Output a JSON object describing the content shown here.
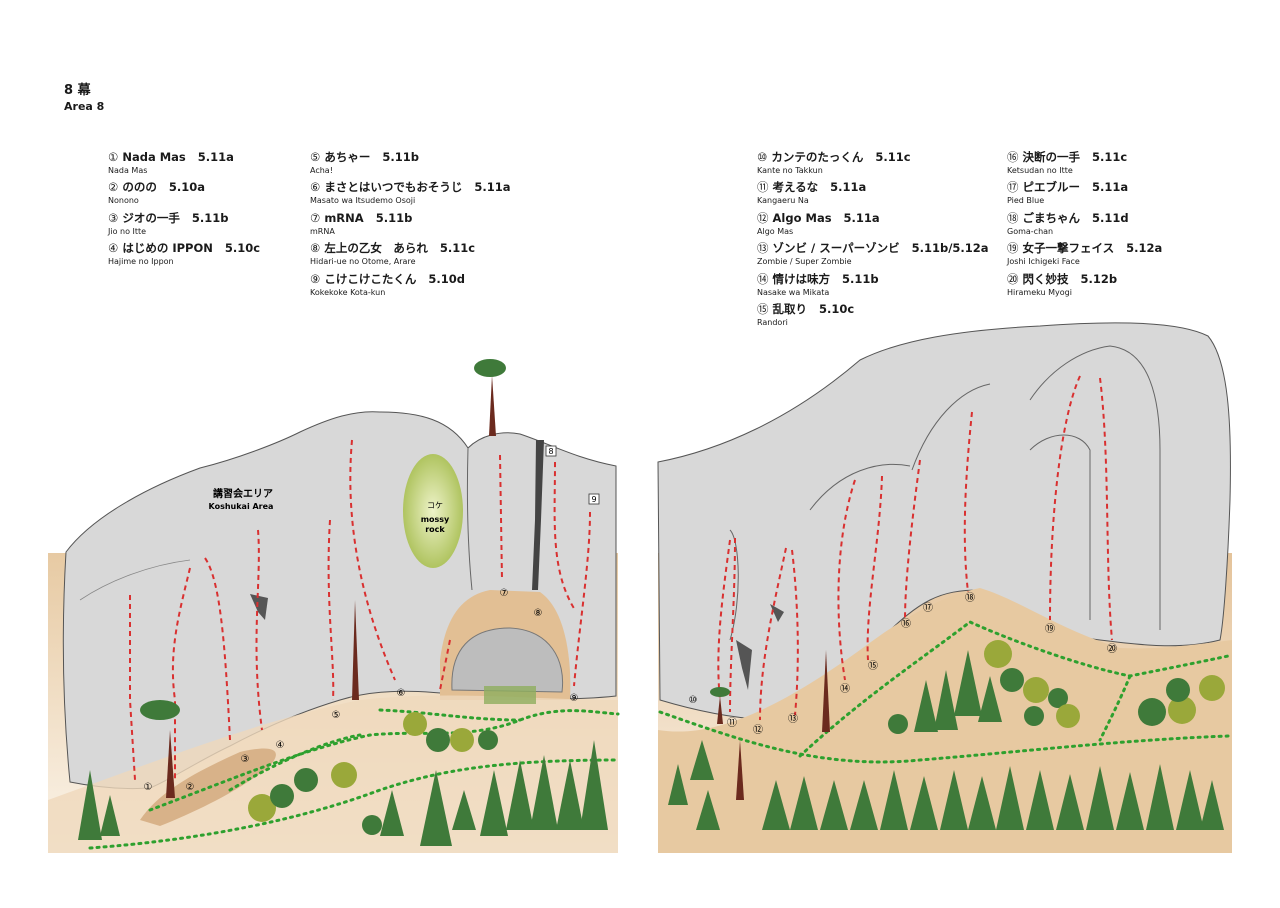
{
  "header": {
    "title": "8 幕",
    "subtitle": "Area 8"
  },
  "routes": [
    {
      "num": "①",
      "name": "Nada Mas",
      "grade": "5.11a",
      "romaji": "Nada Mas"
    },
    {
      "num": "②",
      "name": "ののの",
      "grade": "5.10a",
      "romaji": "Nonono"
    },
    {
      "num": "③",
      "name": "ジオの一手",
      "grade": "5.11b",
      "romaji": "Jio no Itte"
    },
    {
      "num": "④",
      "name": "はじめの IPPON",
      "grade": "5.10c",
      "romaji": "Hajime no Ippon"
    },
    {
      "num": "⑤",
      "name": "あちゃー",
      "grade": "5.11b",
      "romaji": "Acha!"
    },
    {
      "num": "⑥",
      "name": "まさとはいつでもおそうじ",
      "grade": "5.11a",
      "romaji": "Masato wa Itsudemo Osoji"
    },
    {
      "num": "⑦",
      "name": "mRNA",
      "grade": "5.11b",
      "romaji": "mRNA"
    },
    {
      "num": "⑧",
      "name": "左上の乙女　あられ",
      "grade": "5.11c",
      "romaji": "Hidari-ue no Otome, Arare"
    },
    {
      "num": "⑨",
      "name": "こけこけこたくん",
      "grade": "5.10d",
      "romaji": "Kokekoke Kota-kun"
    },
    {
      "num": "⑩",
      "name": "カンテのたっくん",
      "grade": "5.11c",
      "romaji": "Kante no Takkun"
    },
    {
      "num": "⑪",
      "name": "考えるな",
      "grade": "5.11a",
      "romaji": "Kangaeru Na"
    },
    {
      "num": "⑫",
      "name": "Algo Mas",
      "grade": "5.11a",
      "romaji": "Algo Mas"
    },
    {
      "num": "⑬",
      "name": "ゾンビ / スーパーゾンビ",
      "grade": "5.11b/5.12a",
      "romaji": "Zombie / Super Zombie"
    },
    {
      "num": "⑭",
      "name": "情けは味方",
      "grade": "5.11b",
      "romaji": "Nasake wa Mikata"
    },
    {
      "num": "⑮",
      "name": "乱取り",
      "grade": "5.10c",
      "romaji": "Randori"
    },
    {
      "num": "⑯",
      "name": "決断の一手",
      "grade": "5.11c",
      "romaji": "Ketsudan no Itte"
    },
    {
      "num": "⑰",
      "name": "ピエブルー",
      "grade": "5.11a",
      "romaji": "Pied Blue"
    },
    {
      "num": "⑱",
      "name": "ごまちゃん",
      "grade": "5.11d",
      "romaji": "Goma-chan"
    },
    {
      "num": "⑲",
      "name": "女子一撃フェイス",
      "grade": "5.12a",
      "romaji": "Joshi Ichigeki Face"
    },
    {
      "num": "⑳",
      "name": "閃く妙技",
      "grade": "5.12b",
      "romaji": "Hirameku Myogi"
    }
  ],
  "topo": {
    "koshukai_label_ja": "講習会エリア",
    "koshukai_label_en": "Koshukai Area",
    "moss_label_ja": "コケ",
    "moss_label_en_1": "mossy",
    "moss_label_en_2": "rock",
    "box_8": "8",
    "box_9": "9",
    "route_markers": [
      "①",
      "②",
      "③",
      "④",
      "⑤",
      "⑥",
      "⑦",
      "⑧",
      "⑨",
      "⑩",
      "⑪",
      "⑫",
      "⑬",
      "⑭",
      "⑮",
      "⑯",
      "⑰",
      "⑱",
      "⑲",
      "⑳"
    ]
  },
  "colors": {
    "rock": "#d7d7d7",
    "ground": "#e9cfae",
    "dirt": "#d9b58b",
    "route_line": "#d93030",
    "trail": "#2ea02e",
    "moss": "#b6c86a",
    "tree": "#3f7a3a",
    "trunk": "#6b2a1e"
  }
}
